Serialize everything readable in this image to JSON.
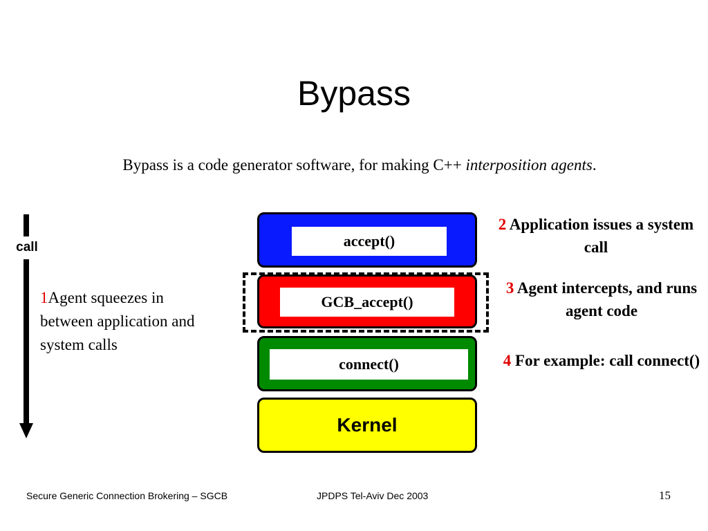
{
  "slide": {
    "title": "Bypass",
    "subtitle": {
      "text": "Bypass is a code generator software, for making C++ ",
      "emphasis": "interposition agents",
      "end": "."
    },
    "call_label": "call",
    "note_left": {
      "number": "1",
      "text": "Agent squeezes in between application and system calls"
    },
    "stack": {
      "accept_label": "accept()",
      "gcb_label": "GCB_accept()",
      "connect_label": "connect()",
      "kernel_label": "Kernel"
    },
    "notes_right": [
      {
        "number": "2",
        "text": "Application issues a system call"
      },
      {
        "number": "3",
        "text": "Agent intercepts, and runs agent code"
      },
      {
        "number": "4",
        "text": "For example: call connect()"
      }
    ],
    "colors": {
      "accept_block": "#0a1aff",
      "gcb_block": "#ff0000",
      "connect_block": "#008a00",
      "kernel_block": "#ffff00",
      "step_number": "#e00000"
    }
  },
  "footer": {
    "left": "Secure Generic Connection Brokering – SGCB",
    "middle": "JPDPS Tel-Aviv Dec 2003",
    "page": "15"
  }
}
